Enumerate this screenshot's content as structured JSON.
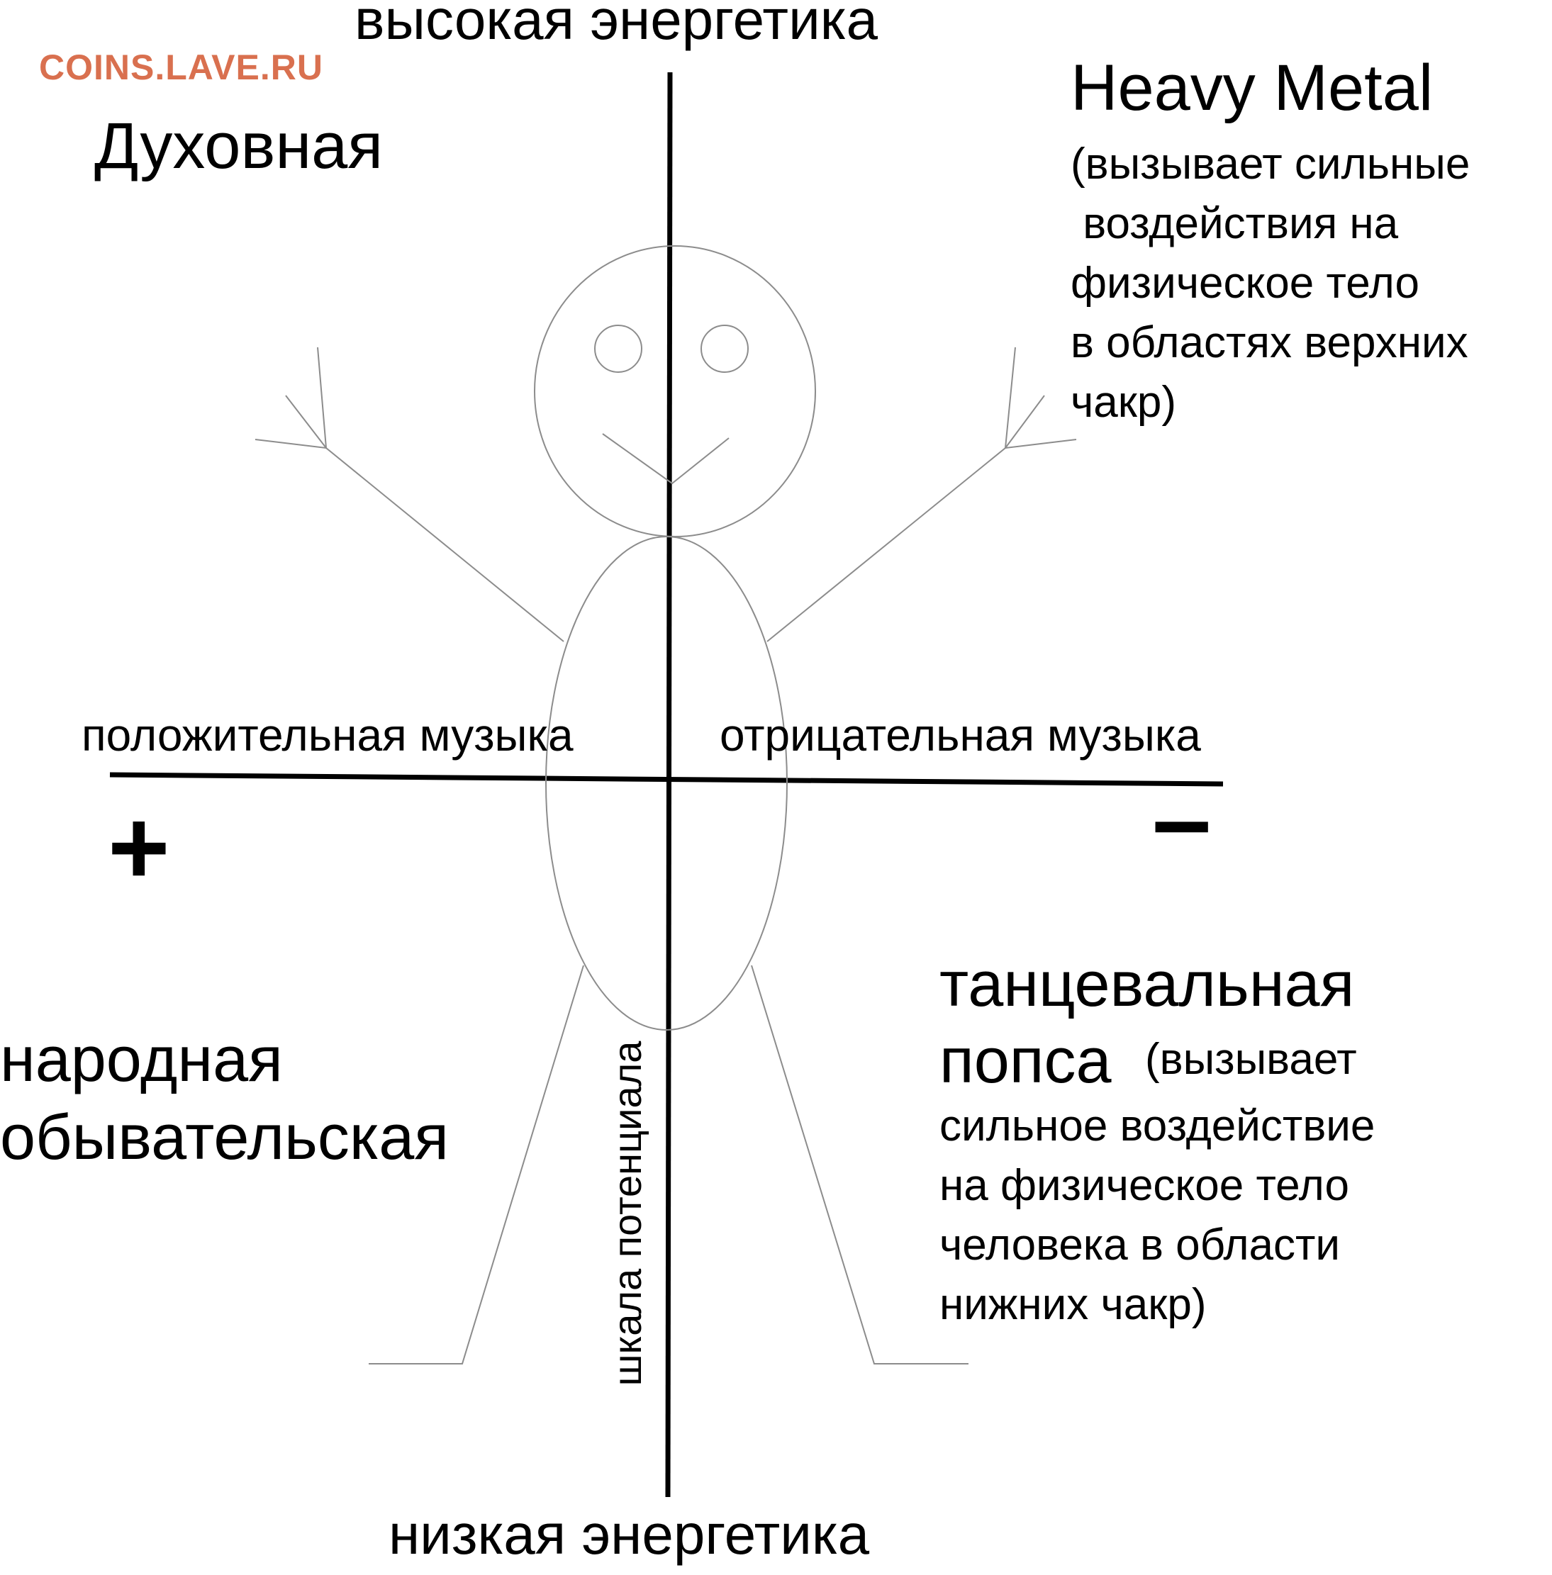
{
  "watermark": "COINS.LAVE.RU",
  "axes": {
    "top": "высокая энергетика",
    "bottom": "низкая энергетика",
    "left": "положительная музыка",
    "right": "отрицательная музыка",
    "vertical_scale": "шкала потенциала"
  },
  "signs": {
    "plus": "+",
    "minus": "–"
  },
  "quadrants": {
    "top_left": {
      "title": "Духовная"
    },
    "top_right": {
      "title": "Heavy Metal",
      "description": "(вызывает сильные\n воздействия на\nфизическое тело\nв областях верхних\nчакр)"
    },
    "bottom_left": {
      "title": "народная\nобывательская"
    },
    "bottom_right": {
      "title": "танцевальная\nпопса",
      "description_inline": "(вызывает",
      "description": "сильное воздействие\nна физическое тело\nчеловека в области\nнижних чакр)"
    }
  },
  "colors": {
    "watermark": "#d9704f",
    "ink": "#000000",
    "figure_line": "#8c8c8c"
  }
}
